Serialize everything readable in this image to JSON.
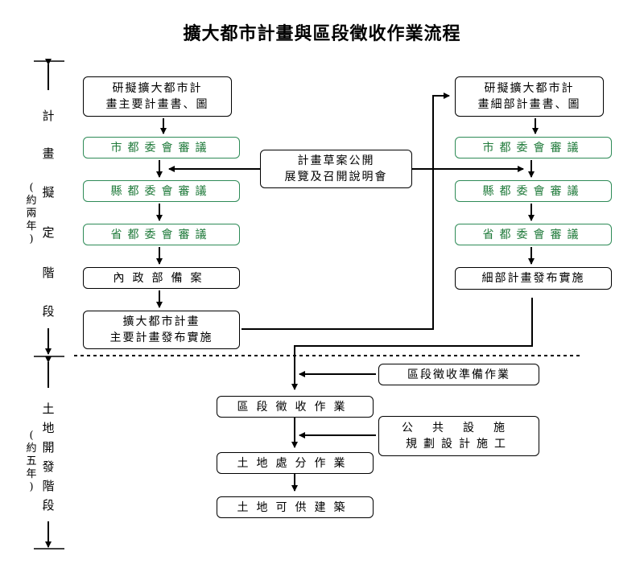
{
  "title": "擴大都市計畫與區段徵收作業流程",
  "phase1": {
    "label": [
      "計",
      "畫",
      "擬",
      "定",
      "階",
      "段"
    ],
    "duration": [
      "(",
      "約",
      "兩",
      "年",
      ")"
    ]
  },
  "phase2": {
    "label": [
      "土",
      "地",
      "開",
      "發",
      "階",
      "段"
    ],
    "duration": [
      "(",
      "約",
      "五",
      "年",
      ")"
    ]
  },
  "left_column": {
    "main_plan": [
      "研擬擴大都市計",
      "畫主要計畫書、圖"
    ],
    "city_review": "市都委會審議",
    "county_review": "縣都委會審議",
    "province_review": "省都委會審議",
    "interior_record": "內政部備案",
    "main_publish": [
      "擴大都市計畫",
      "主要計畫發布實施"
    ]
  },
  "right_column": {
    "detail_plan": [
      "研擬擴大都市計",
      "畫細部計畫書、圖"
    ],
    "city_review": "市都委會審議",
    "county_review": "縣都委會審議",
    "province_review": "省都委會審議",
    "detail_publish": "細部計畫發布實施"
  },
  "center": {
    "public_exhibit": [
      "計畫草案公開",
      "展覽及召開說明會"
    ]
  },
  "land_phase": {
    "prep": "區段徵收準備作業",
    "expropriation": "區段徵收作業",
    "public_works": [
      "公共設施",
      "規劃設計施工"
    ],
    "disposal": "土地處分作業",
    "construction": "土地可供建築"
  },
  "colors": {
    "review_border": "#2e8b57",
    "review_text": "#1f7a3a",
    "line": "#000000"
  }
}
